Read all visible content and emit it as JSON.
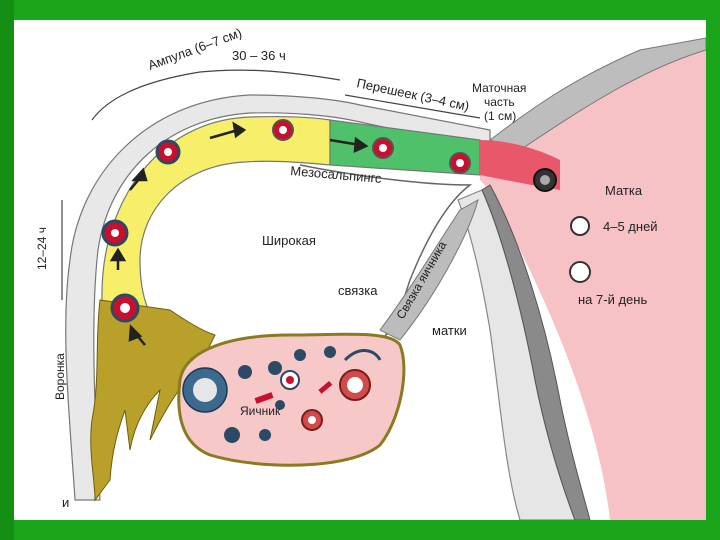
{
  "labels": {
    "ampulla": "Ампула (6–7 см)",
    "time_30_36": "30 – 36 ч",
    "isthmus": "Перешеек (3–4 см)",
    "uterine_part_1": "Маточная",
    "uterine_part_2": "часть",
    "uterine_part_3": "(1 см)",
    "mesosalpinx": "Мезосальпингс",
    "uterus": "Матка",
    "day_4_5": "4–5 дней",
    "day_7": "на 7-й день",
    "time_12_24": "12–24 ч",
    "broad_1": "Широкая",
    "broad_2": "связка",
    "ovarian_ligament": "Связка яичника",
    "uterus_genitive": "матки",
    "ovary": "Яичник",
    "infundibulum": "Воронка",
    "fimbria_and": "и"
  },
  "colors": {
    "background": "#1aa51a",
    "ampulla": "#f7ef6a",
    "isthmus": "#4fc16a",
    "uterine_part": "#e9576a",
    "uterus_pink": "#f6c2c6",
    "ovary": "#f6c8c8",
    "fimbria": "#b8a02a",
    "endometrium": "#777777"
  }
}
